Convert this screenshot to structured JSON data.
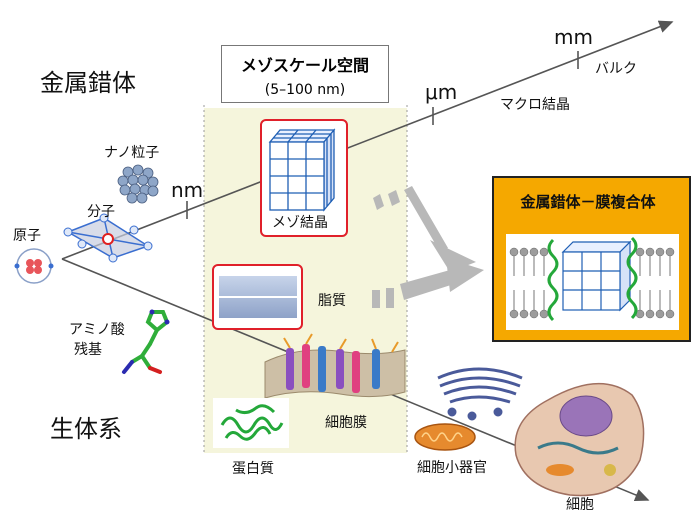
{
  "left_labels": {
    "metal_complex": "金属錯体",
    "biological": "生体系",
    "atom": "原子",
    "molecule": "分子",
    "nanoparticle": "ナノ粒子",
    "amino_acid_line1": "アミノ酸",
    "amino_acid_line2": "残基"
  },
  "scale_axis": {
    "ticks": [
      "nm",
      "μm",
      "mm"
    ],
    "bulk": "バルク",
    "macro_crystal": "マクロ結晶"
  },
  "mesoscale": {
    "title": "メゾスケール空間",
    "range": "(5–100 nm)",
    "meso_crystal": "メゾ結晶",
    "lipid": "脂質",
    "protein": "蛋白質",
    "cell_membrane": "細胞膜"
  },
  "bio_axis": {
    "organelle": "細胞小器官",
    "cell": "細胞"
  },
  "hybrid": {
    "title": "金属錯体－膜複合体"
  },
  "colors": {
    "meso_panel": "#f5f5dc",
    "highlight_box": "#e0202a",
    "hybrid_panel": "#f5a800",
    "grid_line": "#1f5fb4",
    "arrow": "#b8b8b8"
  }
}
